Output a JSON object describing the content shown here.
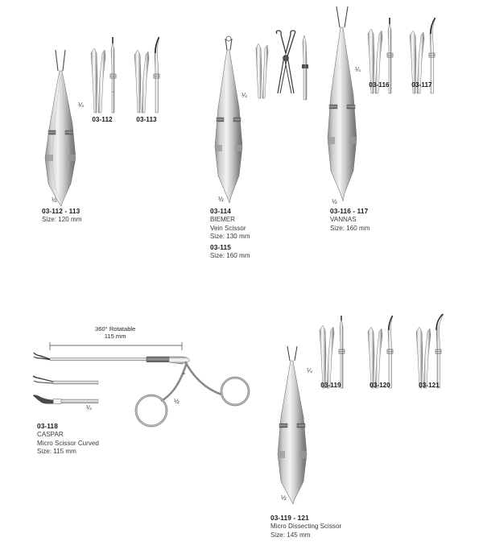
{
  "page": {
    "background": "#ffffff",
    "ink": "#231f20",
    "metal_light": "#e6e6e6",
    "metal_mid": "#a8a8a8",
    "metal_dark": "#6d6d6d",
    "outline": "#555555"
  },
  "scale_marks": {
    "quarter": "¼",
    "half": "½"
  },
  "groups": [
    {
      "id": "group-03-112-113",
      "caption": {
        "code": "03-112 - 113",
        "name": "",
        "size": "Size: 120 mm"
      },
      "scale_full": "½",
      "scale_detail": "¼",
      "details": [
        {
          "label": "03-112",
          "tip": "straight"
        },
        {
          "label": "03-113",
          "tip": "curved"
        }
      ]
    },
    {
      "id": "group-03-114-115",
      "caption": {
        "code": "03-114",
        "name": "BIEMER",
        "subname": "Vein Scissor",
        "size": "Size: 130 mm"
      },
      "caption2": {
        "code": "03-115",
        "size": "Size: 160 mm"
      },
      "scale_full": "½",
      "scale_detail": "¼",
      "details": [
        {
          "label": "",
          "tip": "blades"
        },
        {
          "label": "",
          "tip": "open-scissor"
        },
        {
          "label": "",
          "tip": "closed-side"
        }
      ]
    },
    {
      "id": "group-03-116-117",
      "caption": {
        "code": "03-116 - 117",
        "name": "VANNAS",
        "size": "Size: 160 mm"
      },
      "scale_full": "½",
      "scale_detail": "¼",
      "details": [
        {
          "label": "03-116",
          "tip": "straight"
        },
        {
          "label": "03-117",
          "tip": "curved"
        }
      ]
    },
    {
      "id": "group-03-118",
      "caption": {
        "code": "03-118",
        "name": "CASPAR",
        "subname": "Micro Scissor Curved",
        "size": "Size: 115 mm"
      },
      "dimension": {
        "line1": "360° Rotatable",
        "line2": "115 mm"
      },
      "scale_full": "½",
      "scale_detail": "¼",
      "details": [
        {
          "label": "",
          "tip": "tip-upper"
        },
        {
          "label": "",
          "tip": "tip-lower"
        }
      ]
    },
    {
      "id": "group-03-119-121",
      "caption": {
        "code": "03-119 - 121",
        "name": "Micro Dissecting Scissor",
        "size": "Size: 145 mm"
      },
      "scale_full": "½",
      "scale_detail": "¼",
      "details": [
        {
          "label": "03-119",
          "tip": "straight"
        },
        {
          "label": "03-120",
          "tip": "curved"
        },
        {
          "label": "03-121",
          "tip": "strong-curved"
        }
      ]
    }
  ]
}
